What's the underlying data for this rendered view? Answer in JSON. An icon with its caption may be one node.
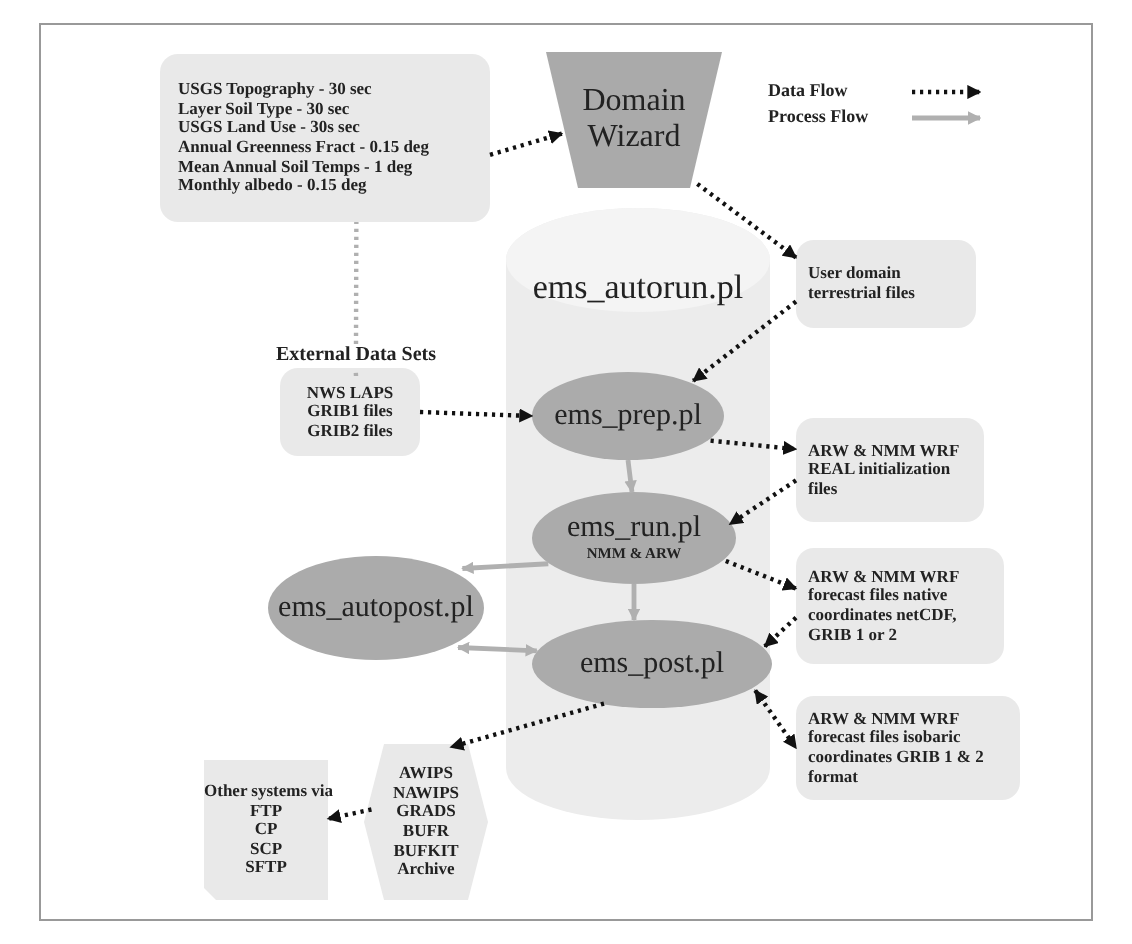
{
  "diagram": {
    "nodes": [
      {
        "text": [
          "USGS Topography - 30 sec",
          "Layer Soil Type - 30 sec",
          "USGS Land Use - 30s sec",
          "Annual Greenness Fract - 0.15 deg",
          "Mean Annual Soil Temps - 1 deg",
          "Monthly albedo - 0.15 deg"
        ]
      },
      {
        "text": [
          "Domain Wizard"
        ]
      },
      {
        "text": [
          "External Data Sets"
        ]
      },
      {
        "text": [
          "ems_autorun.pl"
        ]
      },
      {
        "text": [
          "User domain terrestrial files"
        ]
      },
      {
        "text": [
          "NWS LAPS",
          "GRIB1 files",
          "GRIB2 files"
        ]
      },
      {
        "text": [
          "ems_prep.pl"
        ],
        "in": 3
      },
      {
        "text": [
          "ARW & NMM WRF REAL initialization files"
        ]
      },
      {
        "text": [
          "ems_run.pl",
          "NMM & ARW"
        ],
        "in": 3
      },
      {
        "text": [
          "ems_autopost.pl"
        ]
      },
      {
        "text": [
          "ARW & NMM WRF forecast files native coordinates netCDF, GRIB 1 or 2"
        ]
      },
      {
        "text": [
          "ems_post.pl"
        ],
        "in": 3
      },
      {
        "text": [
          "ARW & NMM WRF forecast files isobaric coordinates GRIB 1 & 2 format"
        ]
      },
      {
        "text": [
          "AWIPS",
          "NAWIPS",
          "GRADS",
          "BUFR",
          "BUFKIT",
          "Archive"
        ]
      },
      {
        "text": [
          "Other systems via",
          "FTP",
          "CP",
          "SCP",
          "SFTP"
        ]
      }
    ],
    "edges": [
      {
        "from": 0,
        "to": 1,
        "arrow": "to",
        "style": "dashed"
      },
      {
        "from": 1,
        "to": 4,
        "arrow": "to",
        "style": "dashed"
      },
      {
        "from": 4,
        "to": 6,
        "arrow": "to",
        "style": "dashed"
      },
      {
        "from": 2,
        "to": 0,
        "arrow": "none",
        "style": "dashed",
        "color": "#b0b0b0"
      },
      {
        "from": 2,
        "to": 5,
        "arrow": "none",
        "style": "dashed",
        "color": "#b0b0b0"
      },
      {
        "from": 5,
        "to": 6,
        "arrow": "to",
        "style": "dashed"
      },
      {
        "from": 6,
        "to": 7,
        "arrow": "to",
        "style": "dashed"
      },
      {
        "from": 7,
        "to": 8,
        "arrow": "to",
        "style": "dashed"
      },
      {
        "from": 6,
        "to": 8,
        "arrow": "to",
        "color": "#b0b0b0"
      },
      {
        "from": 8,
        "to": 9,
        "arrow": "to",
        "color": "#b0b0b0"
      },
      {
        "from": 8,
        "to": 11,
        "arrow": "to",
        "color": "#b0b0b0"
      },
      {
        "from": 8,
        "to": 10,
        "arrow": "to",
        "style": "dashed"
      },
      {
        "from": 10,
        "to": 11,
        "arrow": "to",
        "style": "dashed"
      },
      {
        "from": 11,
        "to": 12,
        "arrow": "both",
        "style": "dashed"
      },
      {
        "from": 9,
        "to": 11,
        "arrow": "both",
        "color": "#b0b0b0"
      },
      {
        "from": 11,
        "to": 13,
        "arrow": "to",
        "style": "dashed"
      },
      {
        "from": 13,
        "to": 14,
        "arrow": "to",
        "style": "dashed"
      }
    ],
    "legend": [
      {
        "text": "Data Flow"
      },
      {
        "text": "Process Flow"
      }
    ]
  }
}
